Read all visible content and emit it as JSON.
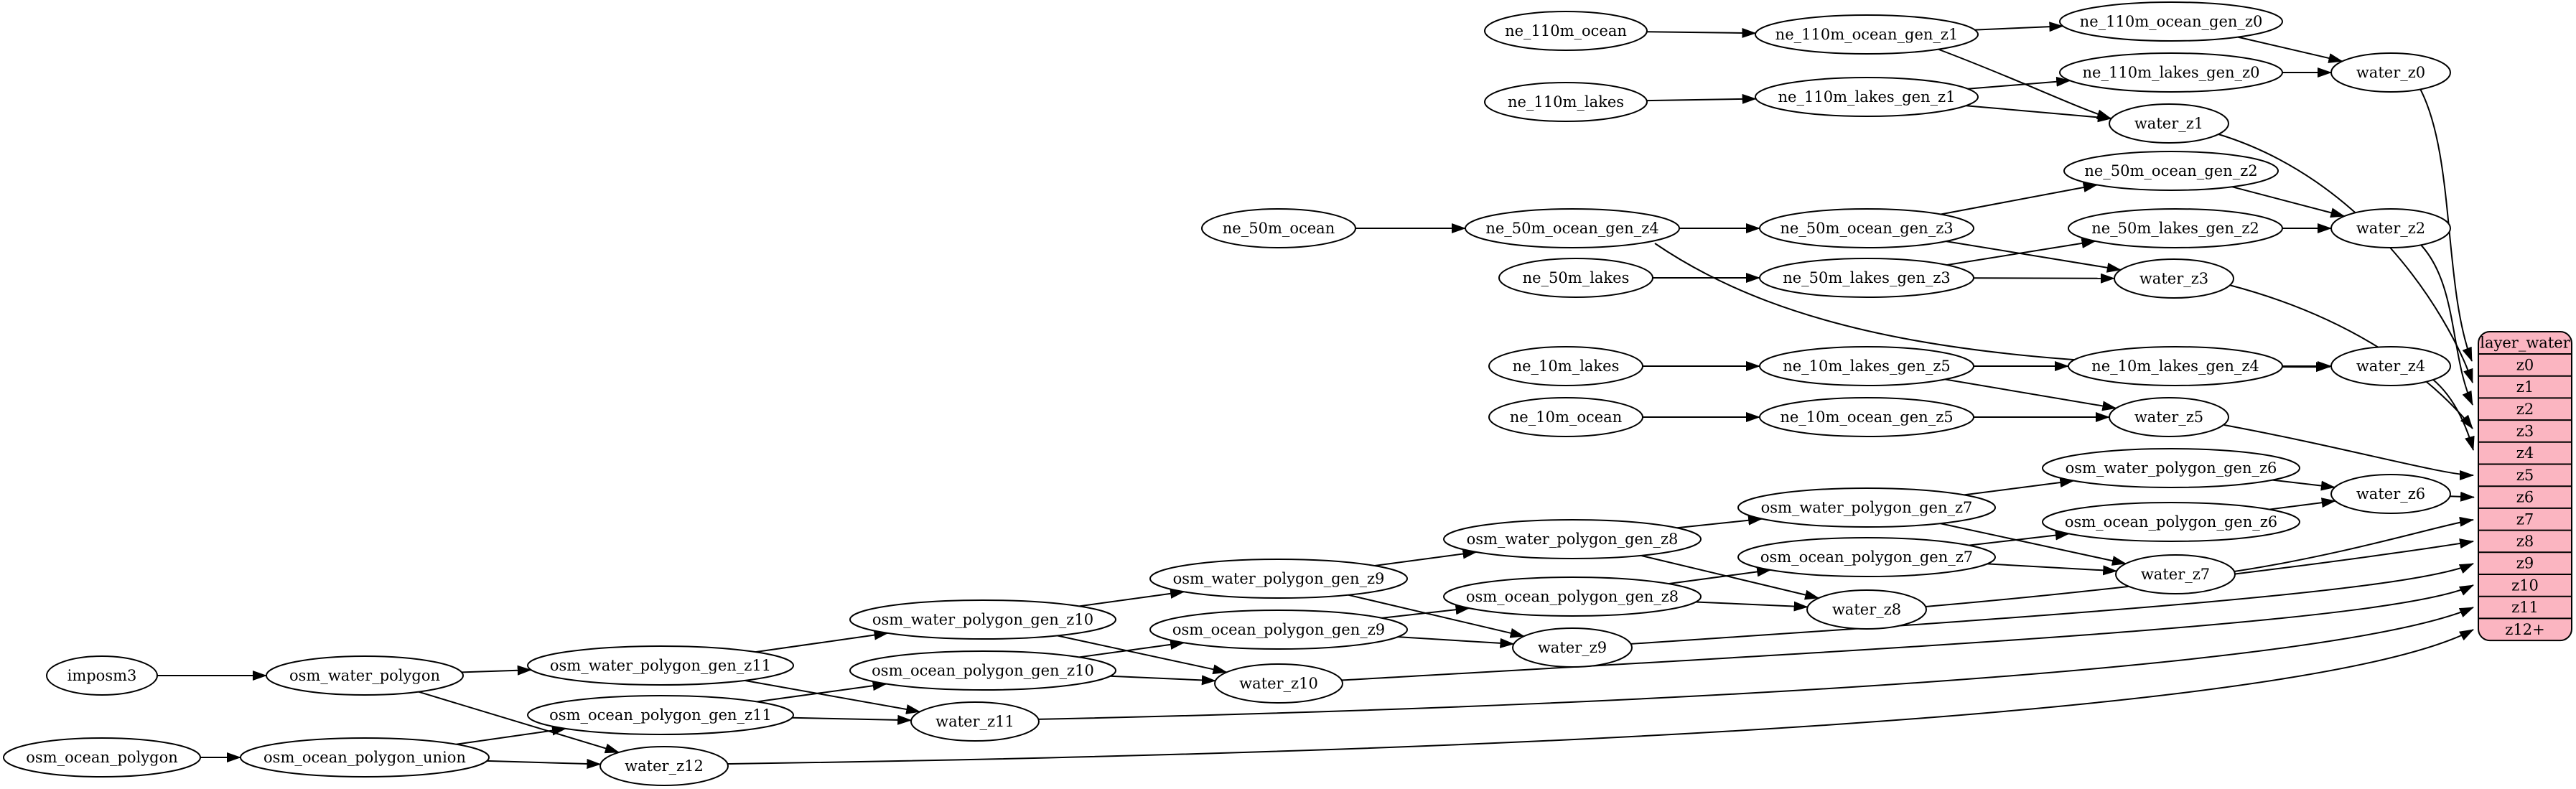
{
  "diagram": {
    "background": "#ffffff",
    "stroke_color": "#000000",
    "node_fill": "#ffffff",
    "record": {
      "title": "layer_water",
      "fill": "#fbb5c1",
      "rows": [
        "z0",
        "z1",
        "z2",
        "z3",
        "z4",
        "z5",
        "z6",
        "z7",
        "z8",
        "z9",
        "z10",
        "z11",
        "z12+"
      ]
    },
    "nodes": [
      {
        "id": "imposm3",
        "label": "imposm3"
      },
      {
        "id": "osm_water_polygon",
        "label": "osm_water_polygon"
      },
      {
        "id": "osm_ocean_polygon",
        "label": "osm_ocean_polygon"
      },
      {
        "id": "osm_ocean_polygon_union",
        "label": "osm_ocean_polygon_union"
      },
      {
        "id": "osm_water_polygon_gen_z11",
        "label": "osm_water_polygon_gen_z11"
      },
      {
        "id": "osm_ocean_polygon_gen_z11",
        "label": "osm_ocean_polygon_gen_z11"
      },
      {
        "id": "osm_water_polygon_gen_z10",
        "label": "osm_water_polygon_gen_z10"
      },
      {
        "id": "osm_ocean_polygon_gen_z10",
        "label": "osm_ocean_polygon_gen_z10"
      },
      {
        "id": "osm_water_polygon_gen_z9",
        "label": "osm_water_polygon_gen_z9"
      },
      {
        "id": "osm_ocean_polygon_gen_z9",
        "label": "osm_ocean_polygon_gen_z9"
      },
      {
        "id": "osm_water_polygon_gen_z8",
        "label": "osm_water_polygon_gen_z8"
      },
      {
        "id": "osm_ocean_polygon_gen_z8",
        "label": "osm_ocean_polygon_gen_z8"
      },
      {
        "id": "osm_water_polygon_gen_z7",
        "label": "osm_water_polygon_gen_z7"
      },
      {
        "id": "osm_ocean_polygon_gen_z7",
        "label": "osm_ocean_polygon_gen_z7"
      },
      {
        "id": "osm_water_polygon_gen_z6",
        "label": "osm_water_polygon_gen_z6"
      },
      {
        "id": "osm_ocean_polygon_gen_z6",
        "label": "osm_ocean_polygon_gen_z6"
      },
      {
        "id": "ne_110m_ocean",
        "label": "ne_110m_ocean"
      },
      {
        "id": "ne_110m_ocean_gen_z1",
        "label": "ne_110m_ocean_gen_z1"
      },
      {
        "id": "ne_110m_ocean_gen_z0",
        "label": "ne_110m_ocean_gen_z0"
      },
      {
        "id": "ne_110m_lakes",
        "label": "ne_110m_lakes"
      },
      {
        "id": "ne_110m_lakes_gen_z1",
        "label": "ne_110m_lakes_gen_z1"
      },
      {
        "id": "ne_110m_lakes_gen_z0",
        "label": "ne_110m_lakes_gen_z0"
      },
      {
        "id": "ne_50m_ocean",
        "label": "ne_50m_ocean"
      },
      {
        "id": "ne_50m_ocean_gen_z4",
        "label": "ne_50m_ocean_gen_z4"
      },
      {
        "id": "ne_50m_ocean_gen_z3",
        "label": "ne_50m_ocean_gen_z3"
      },
      {
        "id": "ne_50m_ocean_gen_z2",
        "label": "ne_50m_ocean_gen_z2"
      },
      {
        "id": "ne_50m_lakes",
        "label": "ne_50m_lakes"
      },
      {
        "id": "ne_50m_lakes_gen_z3",
        "label": "ne_50m_lakes_gen_z3"
      },
      {
        "id": "ne_50m_lakes_gen_z2",
        "label": "ne_50m_lakes_gen_z2"
      },
      {
        "id": "ne_10m_lakes",
        "label": "ne_10m_lakes"
      },
      {
        "id": "ne_10m_lakes_gen_z5",
        "label": "ne_10m_lakes_gen_z5"
      },
      {
        "id": "ne_10m_lakes_gen_z4",
        "label": "ne_10m_lakes_gen_z4"
      },
      {
        "id": "ne_10m_ocean",
        "label": "ne_10m_ocean"
      },
      {
        "id": "ne_10m_ocean_gen_z5",
        "label": "ne_10m_ocean_gen_z5"
      },
      {
        "id": "water_z0",
        "label": "water_z0"
      },
      {
        "id": "water_z1",
        "label": "water_z1"
      },
      {
        "id": "water_z2",
        "label": "water_z2"
      },
      {
        "id": "water_z3",
        "label": "water_z3"
      },
      {
        "id": "water_z4",
        "label": "water_z4"
      },
      {
        "id": "water_z5",
        "label": "water_z5"
      },
      {
        "id": "water_z6",
        "label": "water_z6"
      },
      {
        "id": "water_z7",
        "label": "water_z7"
      },
      {
        "id": "water_z8",
        "label": "water_z8"
      },
      {
        "id": "water_z9",
        "label": "water_z9"
      },
      {
        "id": "water_z10",
        "label": "water_z10"
      },
      {
        "id": "water_z11",
        "label": "water_z11"
      },
      {
        "id": "water_z12",
        "label": "water_z12"
      }
    ],
    "edges": [
      {
        "from": "imposm3",
        "to": "osm_water_polygon"
      },
      {
        "from": "osm_water_polygon",
        "to": "osm_water_polygon_gen_z11"
      },
      {
        "from": "osm_water_polygon",
        "to": "water_z12"
      },
      {
        "from": "osm_ocean_polygon",
        "to": "osm_ocean_polygon_union"
      },
      {
        "from": "osm_ocean_polygon_union",
        "to": "osm_ocean_polygon_gen_z11"
      },
      {
        "from": "osm_ocean_polygon_union",
        "to": "water_z12"
      },
      {
        "from": "osm_water_polygon_gen_z11",
        "to": "osm_water_polygon_gen_z10"
      },
      {
        "from": "osm_water_polygon_gen_z11",
        "to": "water_z11"
      },
      {
        "from": "osm_ocean_polygon_gen_z11",
        "to": "osm_ocean_polygon_gen_z10"
      },
      {
        "from": "osm_ocean_polygon_gen_z11",
        "to": "water_z11"
      },
      {
        "from": "osm_water_polygon_gen_z10",
        "to": "osm_water_polygon_gen_z9"
      },
      {
        "from": "osm_water_polygon_gen_z10",
        "to": "water_z10"
      },
      {
        "from": "osm_ocean_polygon_gen_z10",
        "to": "osm_ocean_polygon_gen_z9"
      },
      {
        "from": "osm_ocean_polygon_gen_z10",
        "to": "water_z10"
      },
      {
        "from": "osm_water_polygon_gen_z9",
        "to": "osm_water_polygon_gen_z8"
      },
      {
        "from": "osm_water_polygon_gen_z9",
        "to": "water_z9"
      },
      {
        "from": "osm_ocean_polygon_gen_z9",
        "to": "osm_ocean_polygon_gen_z8"
      },
      {
        "from": "osm_ocean_polygon_gen_z9",
        "to": "water_z9"
      },
      {
        "from": "osm_water_polygon_gen_z8",
        "to": "osm_water_polygon_gen_z7"
      },
      {
        "from": "osm_water_polygon_gen_z8",
        "to": "water_z8"
      },
      {
        "from": "osm_ocean_polygon_gen_z8",
        "to": "osm_ocean_polygon_gen_z7"
      },
      {
        "from": "osm_ocean_polygon_gen_z8",
        "to": "water_z8"
      },
      {
        "from": "osm_water_polygon_gen_z7",
        "to": "osm_water_polygon_gen_z6"
      },
      {
        "from": "osm_water_polygon_gen_z7",
        "to": "water_z7"
      },
      {
        "from": "osm_ocean_polygon_gen_z7",
        "to": "osm_ocean_polygon_gen_z6"
      },
      {
        "from": "osm_ocean_polygon_gen_z7",
        "to": "water_z7"
      },
      {
        "from": "osm_water_polygon_gen_z6",
        "to": "water_z6"
      },
      {
        "from": "osm_ocean_polygon_gen_z6",
        "to": "water_z6"
      },
      {
        "from": "ne_110m_ocean",
        "to": "ne_110m_ocean_gen_z1"
      },
      {
        "from": "ne_110m_ocean_gen_z1",
        "to": "ne_110m_ocean_gen_z0"
      },
      {
        "from": "ne_110m_ocean_gen_z1",
        "to": "water_z1"
      },
      {
        "from": "ne_110m_ocean_gen_z0",
        "to": "water_z0"
      },
      {
        "from": "ne_110m_lakes",
        "to": "ne_110m_lakes_gen_z1"
      },
      {
        "from": "ne_110m_lakes_gen_z1",
        "to": "ne_110m_lakes_gen_z0"
      },
      {
        "from": "ne_110m_lakes_gen_z1",
        "to": "water_z1"
      },
      {
        "from": "ne_110m_lakes_gen_z0",
        "to": "water_z0"
      },
      {
        "from": "ne_50m_ocean",
        "to": "ne_50m_ocean_gen_z4"
      },
      {
        "from": "ne_50m_ocean_gen_z4",
        "to": "ne_50m_ocean_gen_z3"
      },
      {
        "from": "ne_50m_ocean_gen_z4",
        "to": "water_z4"
      },
      {
        "from": "ne_50m_ocean_gen_z3",
        "to": "ne_50m_ocean_gen_z2"
      },
      {
        "from": "ne_50m_ocean_gen_z3",
        "to": "water_z3"
      },
      {
        "from": "ne_50m_ocean_gen_z2",
        "to": "water_z2"
      },
      {
        "from": "ne_50m_lakes",
        "to": "ne_50m_lakes_gen_z3"
      },
      {
        "from": "ne_50m_lakes_gen_z3",
        "to": "ne_50m_lakes_gen_z2"
      },
      {
        "from": "ne_50m_lakes_gen_z3",
        "to": "water_z3"
      },
      {
        "from": "ne_50m_lakes_gen_z2",
        "to": "water_z2"
      },
      {
        "from": "ne_10m_lakes",
        "to": "ne_10m_lakes_gen_z5"
      },
      {
        "from": "ne_10m_lakes_gen_z5",
        "to": "ne_10m_lakes_gen_z4"
      },
      {
        "from": "ne_10m_lakes_gen_z5",
        "to": "water_z5"
      },
      {
        "from": "ne_10m_lakes_gen_z4",
        "to": "water_z4"
      },
      {
        "from": "ne_10m_ocean",
        "to": "ne_10m_ocean_gen_z5"
      },
      {
        "from": "ne_10m_ocean_gen_z5",
        "to": "water_z5"
      },
      {
        "from": "water_z0",
        "to": "layer_water.z0"
      },
      {
        "from": "water_z1",
        "to": "layer_water.z1"
      },
      {
        "from": "water_z2",
        "to": "layer_water.z2"
      },
      {
        "from": "water_z3",
        "to": "layer_water.z3"
      },
      {
        "from": "water_z4",
        "to": "layer_water.z4"
      },
      {
        "from": "water_z5",
        "to": "layer_water.z5"
      },
      {
        "from": "water_z6",
        "to": "layer_water.z6"
      },
      {
        "from": "water_z7",
        "to": "layer_water.z7"
      },
      {
        "from": "water_z8",
        "to": "layer_water.z8"
      },
      {
        "from": "water_z9",
        "to": "layer_water.z9"
      },
      {
        "from": "water_z10",
        "to": "layer_water.z10"
      },
      {
        "from": "water_z11",
        "to": "layer_water.z11"
      },
      {
        "from": "water_z12",
        "to": "layer_water.z12+"
      }
    ]
  }
}
